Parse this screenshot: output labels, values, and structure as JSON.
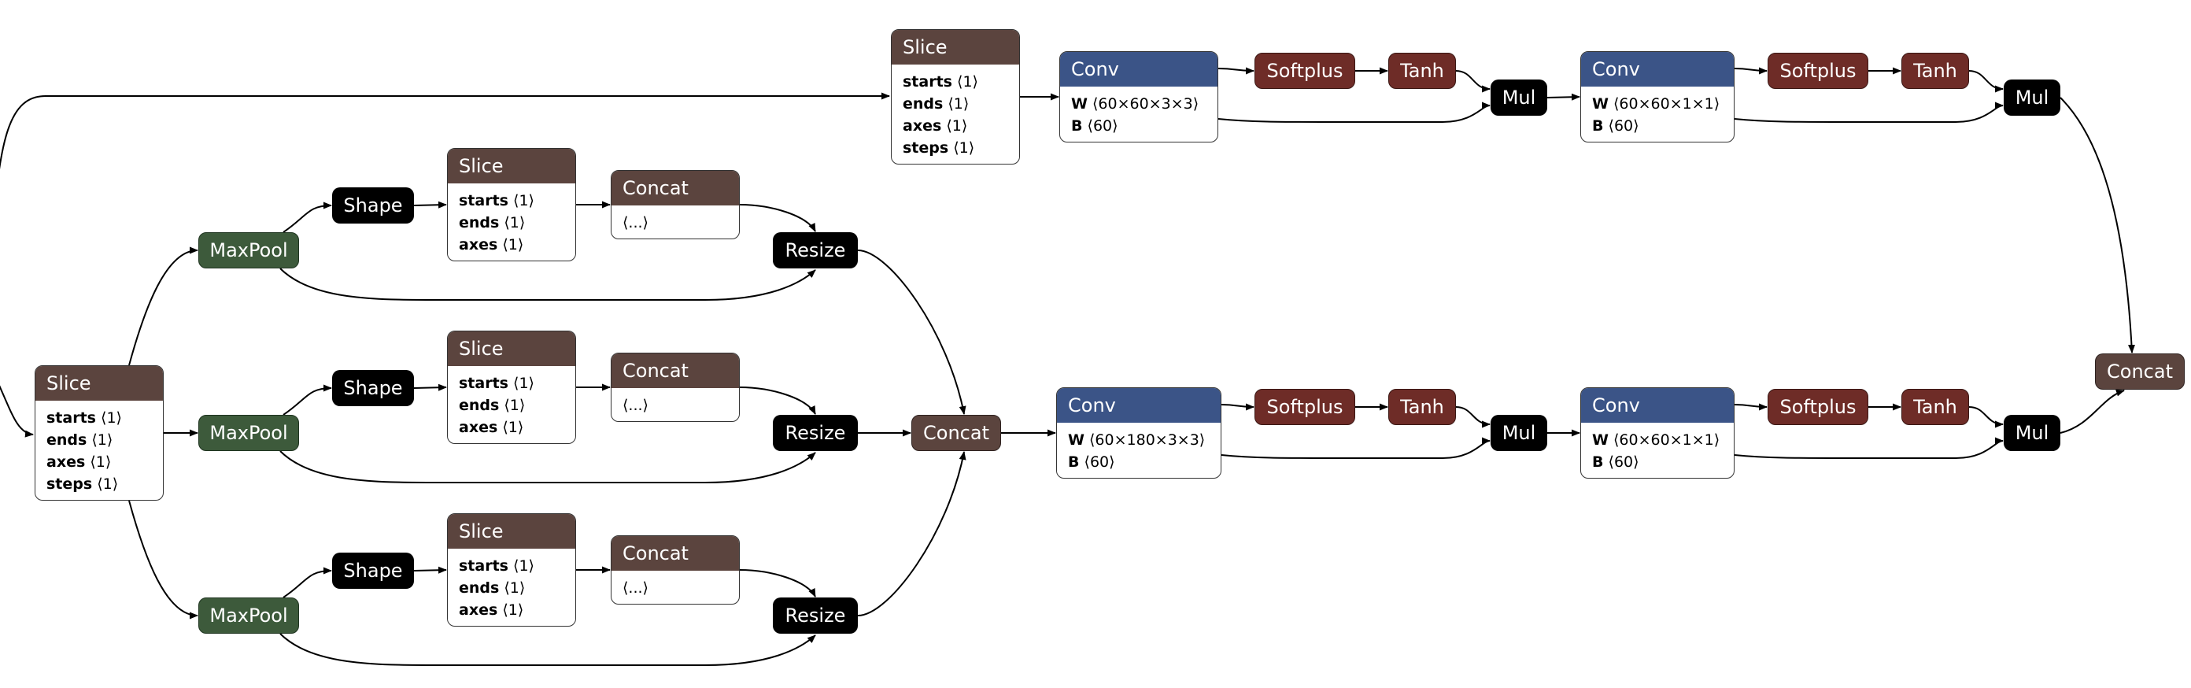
{
  "diagram": {
    "nodes": {
      "slice_left": {
        "title": "Slice",
        "attrs": [
          {
            "k": "starts",
            "v": "⟨1⟩"
          },
          {
            "k": "ends",
            "v": "⟨1⟩"
          },
          {
            "k": "axes",
            "v": "⟨1⟩"
          },
          {
            "k": "steps",
            "v": "⟨1⟩"
          }
        ]
      },
      "slice_top": {
        "title": "Slice",
        "attrs": [
          {
            "k": "starts",
            "v": "⟨1⟩"
          },
          {
            "k": "ends",
            "v": "⟨1⟩"
          },
          {
            "k": "axes",
            "v": "⟨1⟩"
          },
          {
            "k": "steps",
            "v": "⟨1⟩"
          }
        ]
      },
      "maxpool_1": {
        "label": "MaxPool"
      },
      "maxpool_2": {
        "label": "MaxPool"
      },
      "maxpool_3": {
        "label": "MaxPool"
      },
      "shape_1": {
        "label": "Shape"
      },
      "shape_2": {
        "label": "Shape"
      },
      "shape_3": {
        "label": "Shape"
      },
      "slice_b1": {
        "title": "Slice",
        "attrs": [
          {
            "k": "starts",
            "v": "⟨1⟩"
          },
          {
            "k": "ends",
            "v": "⟨1⟩"
          },
          {
            "k": "axes",
            "v": "⟨1⟩"
          }
        ]
      },
      "slice_b2": {
        "title": "Slice",
        "attrs": [
          {
            "k": "starts",
            "v": "⟨1⟩"
          },
          {
            "k": "ends",
            "v": "⟨1⟩"
          },
          {
            "k": "axes",
            "v": "⟨1⟩"
          }
        ]
      },
      "slice_b3": {
        "title": "Slice",
        "attrs": [
          {
            "k": "starts",
            "v": "⟨1⟩"
          },
          {
            "k": "ends",
            "v": "⟨1⟩"
          },
          {
            "k": "axes",
            "v": "⟨1⟩"
          }
        ]
      },
      "concat_b1": {
        "title": "Concat",
        "attrs": [
          {
            "k": "",
            "v": "⟨...⟩"
          }
        ]
      },
      "concat_b2": {
        "title": "Concat",
        "attrs": [
          {
            "k": "",
            "v": "⟨...⟩"
          }
        ]
      },
      "concat_b3": {
        "title": "Concat",
        "attrs": [
          {
            "k": "",
            "v": "⟨...⟩"
          }
        ]
      },
      "resize_1": {
        "label": "Resize"
      },
      "resize_2": {
        "label": "Resize"
      },
      "resize_3": {
        "label": "Resize"
      },
      "concat_mid": {
        "label": "Concat"
      },
      "conv_top1": {
        "title": "Conv",
        "attrs": [
          {
            "k": "W",
            "v": "⟨60×60×3×3⟩"
          },
          {
            "k": "B",
            "v": "⟨60⟩"
          }
        ]
      },
      "conv_top2": {
        "title": "Conv",
        "attrs": [
          {
            "k": "W",
            "v": "⟨60×60×1×1⟩"
          },
          {
            "k": "B",
            "v": "⟨60⟩"
          }
        ]
      },
      "conv_bot1": {
        "title": "Conv",
        "attrs": [
          {
            "k": "W",
            "v": "⟨60×180×3×3⟩"
          },
          {
            "k": "B",
            "v": "⟨60⟩"
          }
        ]
      },
      "conv_bot2": {
        "title": "Conv",
        "attrs": [
          {
            "k": "W",
            "v": "⟨60×60×1×1⟩"
          },
          {
            "k": "B",
            "v": "⟨60⟩"
          }
        ]
      },
      "softplus_t1": {
        "label": "Softplus"
      },
      "softplus_t2": {
        "label": "Softplus"
      },
      "softplus_b1": {
        "label": "Softplus"
      },
      "softplus_b2": {
        "label": "Softplus"
      },
      "tanh_t1": {
        "label": "Tanh"
      },
      "tanh_t2": {
        "label": "Tanh"
      },
      "tanh_b1": {
        "label": "Tanh"
      },
      "tanh_b2": {
        "label": "Tanh"
      },
      "mul_t1": {
        "label": "Mul"
      },
      "mul_t2": {
        "label": "Mul"
      },
      "mul_b1": {
        "label": "Mul"
      },
      "mul_b2": {
        "label": "Mul"
      },
      "concat_final": {
        "label": "Concat"
      }
    },
    "edges": [
      [
        "input_top",
        "slice_top"
      ],
      [
        "input_left",
        "slice_left"
      ],
      [
        "slice_left",
        "maxpool_1"
      ],
      [
        "slice_left",
        "maxpool_2"
      ],
      [
        "slice_left",
        "maxpool_3"
      ],
      [
        "maxpool_1",
        "shape_1"
      ],
      [
        "maxpool_1",
        "resize_1"
      ],
      [
        "shape_1",
        "slice_b1"
      ],
      [
        "slice_b1",
        "concat_b1"
      ],
      [
        "concat_b1",
        "resize_1"
      ],
      [
        "maxpool_2",
        "shape_2"
      ],
      [
        "maxpool_2",
        "resize_2"
      ],
      [
        "shape_2",
        "slice_b2"
      ],
      [
        "slice_b2",
        "concat_b2"
      ],
      [
        "concat_b2",
        "resize_2"
      ],
      [
        "maxpool_3",
        "shape_3"
      ],
      [
        "maxpool_3",
        "resize_3"
      ],
      [
        "shape_3",
        "slice_b3"
      ],
      [
        "slice_b3",
        "concat_b3"
      ],
      [
        "concat_b3",
        "resize_3"
      ],
      [
        "resize_1",
        "concat_mid"
      ],
      [
        "resize_2",
        "concat_mid"
      ],
      [
        "resize_3",
        "concat_mid"
      ],
      [
        "slice_top",
        "conv_top1"
      ],
      [
        "conv_top1",
        "softplus_t1"
      ],
      [
        "softplus_t1",
        "tanh_t1"
      ],
      [
        "tanh_t1",
        "mul_t1"
      ],
      [
        "conv_top1",
        "mul_t1"
      ],
      [
        "mul_t1",
        "conv_top2"
      ],
      [
        "conv_top2",
        "softplus_t2"
      ],
      [
        "softplus_t2",
        "tanh_t2"
      ],
      [
        "tanh_t2",
        "mul_t2"
      ],
      [
        "conv_top2",
        "mul_t2"
      ],
      [
        "concat_mid",
        "conv_bot1"
      ],
      [
        "conv_bot1",
        "softplus_b1"
      ],
      [
        "softplus_b1",
        "tanh_b1"
      ],
      [
        "tanh_b1",
        "mul_b1"
      ],
      [
        "conv_bot1",
        "mul_b1"
      ],
      [
        "mul_b1",
        "conv_bot2"
      ],
      [
        "conv_bot2",
        "softplus_b2"
      ],
      [
        "softplus_b2",
        "tanh_b2"
      ],
      [
        "tanh_b2",
        "mul_b2"
      ],
      [
        "conv_bot2",
        "mul_b2"
      ],
      [
        "mul_t2",
        "concat_final"
      ],
      [
        "mul_b2",
        "concat_final"
      ]
    ]
  }
}
